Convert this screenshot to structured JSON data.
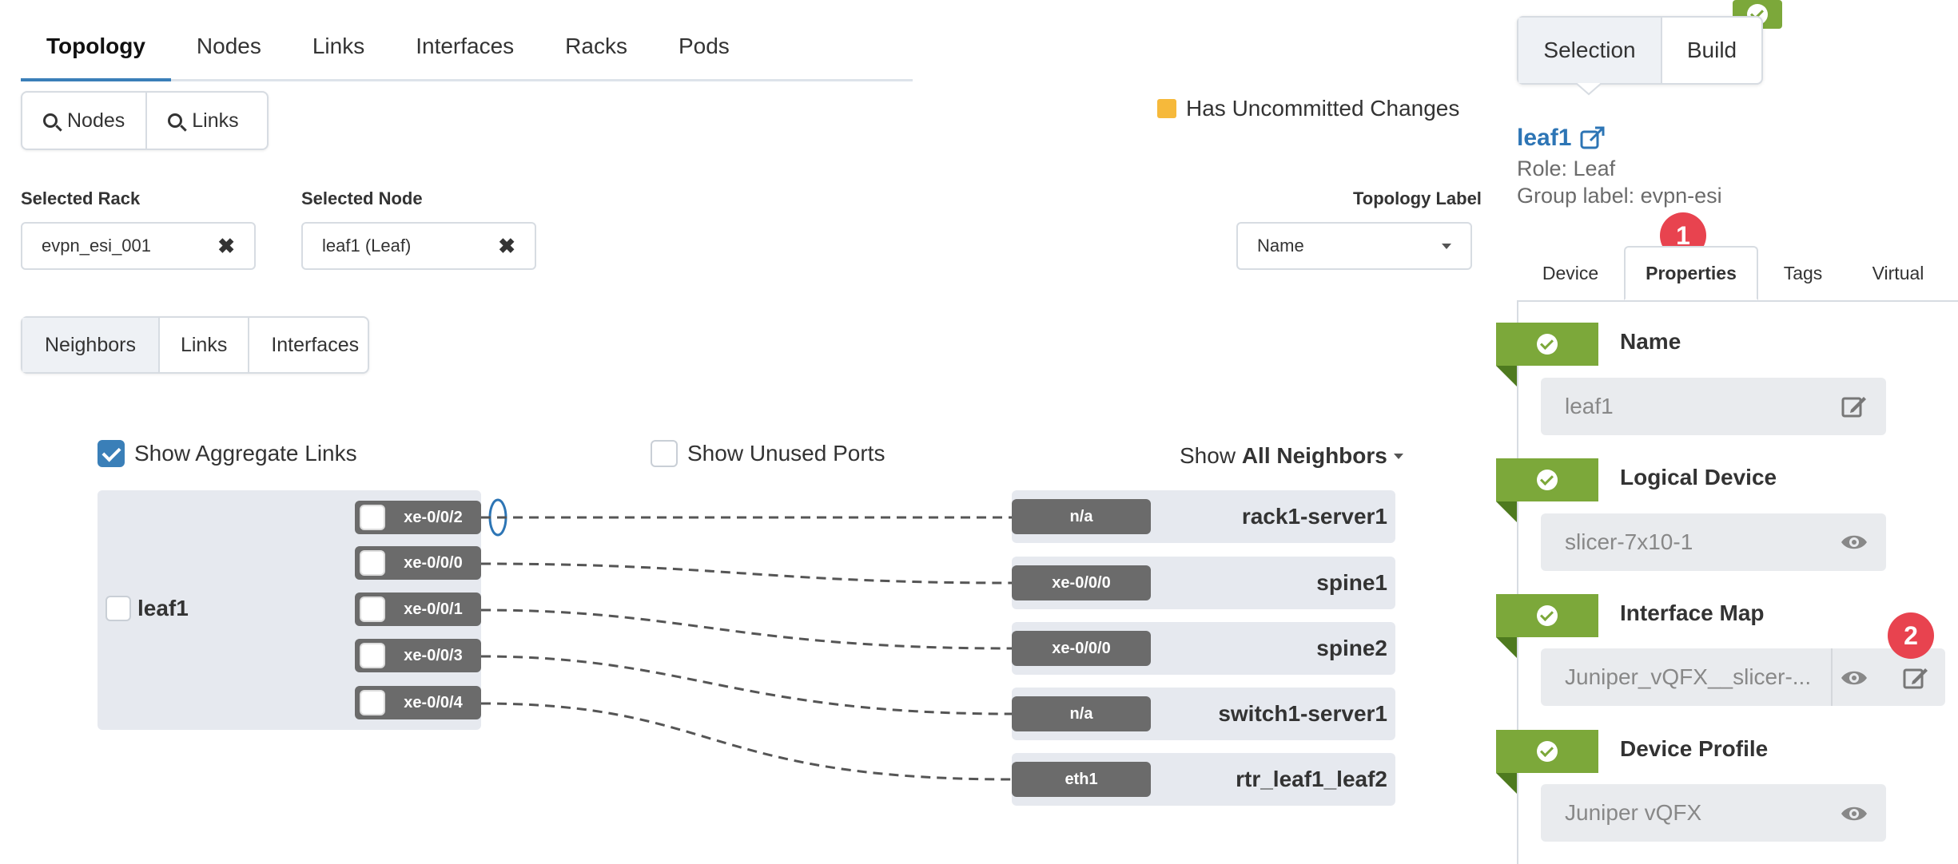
{
  "top_tabs": [
    "Topology",
    "Nodes",
    "Links",
    "Interfaces",
    "Racks",
    "Pods"
  ],
  "search": {
    "nodes_label": "Nodes",
    "links_label": "Links"
  },
  "uncommitted": {
    "label": "Has Uncommitted Changes",
    "color": "#f6b93b"
  },
  "filters": {
    "rack_label": "Selected Rack",
    "rack_value": "evpn_esi_001",
    "node_label": "Selected Node",
    "node_value": "leaf1 (Leaf)",
    "topology_label": "Topology Label",
    "topology_value": "Name"
  },
  "view_tabs": [
    "Neighbors",
    "Links",
    "Interfaces"
  ],
  "diagram": {
    "show_aggregate_label": "Show Aggregate Links",
    "show_aggregate_checked": true,
    "show_unused_label": "Show Unused Ports",
    "show_unused_checked": false,
    "show_prefix": "Show ",
    "show_value": "All Neighbors",
    "node_name": "leaf1",
    "ports": [
      "xe-0/0/2",
      "xe-0/0/0",
      "xe-0/0/1",
      "xe-0/0/3",
      "xe-0/0/4"
    ],
    "neighbors": [
      {
        "port": "n/a",
        "name": "rack1-server1"
      },
      {
        "port": "xe-0/0/0",
        "name": "spine1"
      },
      {
        "port": "xe-0/0/0",
        "name": "spine2"
      },
      {
        "port": "n/a",
        "name": "switch1-server1"
      },
      {
        "port": "eth1",
        "name": "rtr_leaf1_leaf2"
      }
    ]
  },
  "right_panel": {
    "selection_label": "Selection",
    "build_label": "Build",
    "node_link": "leaf1",
    "role": "Role: Leaf",
    "group_label": "Group label: evpn-esi",
    "tabs": [
      "Device",
      "Properties",
      "Tags",
      "Virtual"
    ],
    "badge1": "1",
    "badge2": "2",
    "properties": [
      {
        "title": "Name",
        "value": "leaf1"
      },
      {
        "title": "Logical Device",
        "value": "slicer-7x10-1"
      },
      {
        "title": "Interface Map",
        "value": "Juniper_vQFX__slicer-..."
      },
      {
        "title": "Device Profile",
        "value": "Juniper vQFX"
      }
    ]
  },
  "colors": {
    "accent": "#3a7fb8",
    "green": "#7ca83a",
    "red": "#e8434f",
    "port_gray": "#6b6b6b"
  }
}
